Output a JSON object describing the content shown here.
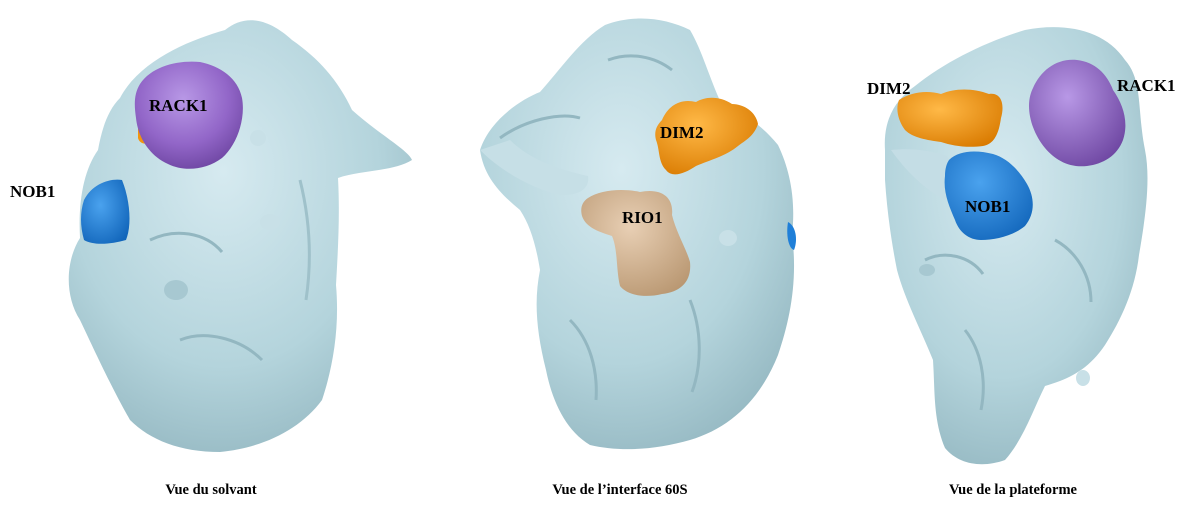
{
  "colors": {
    "ribosome": "#b4d4dc",
    "rack1": "#9266c8",
    "nob1": "#1f7fd8",
    "dim2": "#f2940f",
    "rio1": "#d4b394",
    "label_text": "#000000",
    "background": "#ffffff"
  },
  "views": [
    {
      "caption": "Vue du solvant",
      "labels": {
        "rack1": "RACK1",
        "nob1": "NOB1"
      }
    },
    {
      "caption": "Vue de l’interface 60S",
      "labels": {
        "dim2": "DIM2",
        "rio1": "RIO1"
      }
    },
    {
      "caption": "Vue de la plateforme",
      "labels": {
        "dim2": "DIM2",
        "rack1": "RACK1",
        "nob1": "NOB1"
      }
    }
  ]
}
